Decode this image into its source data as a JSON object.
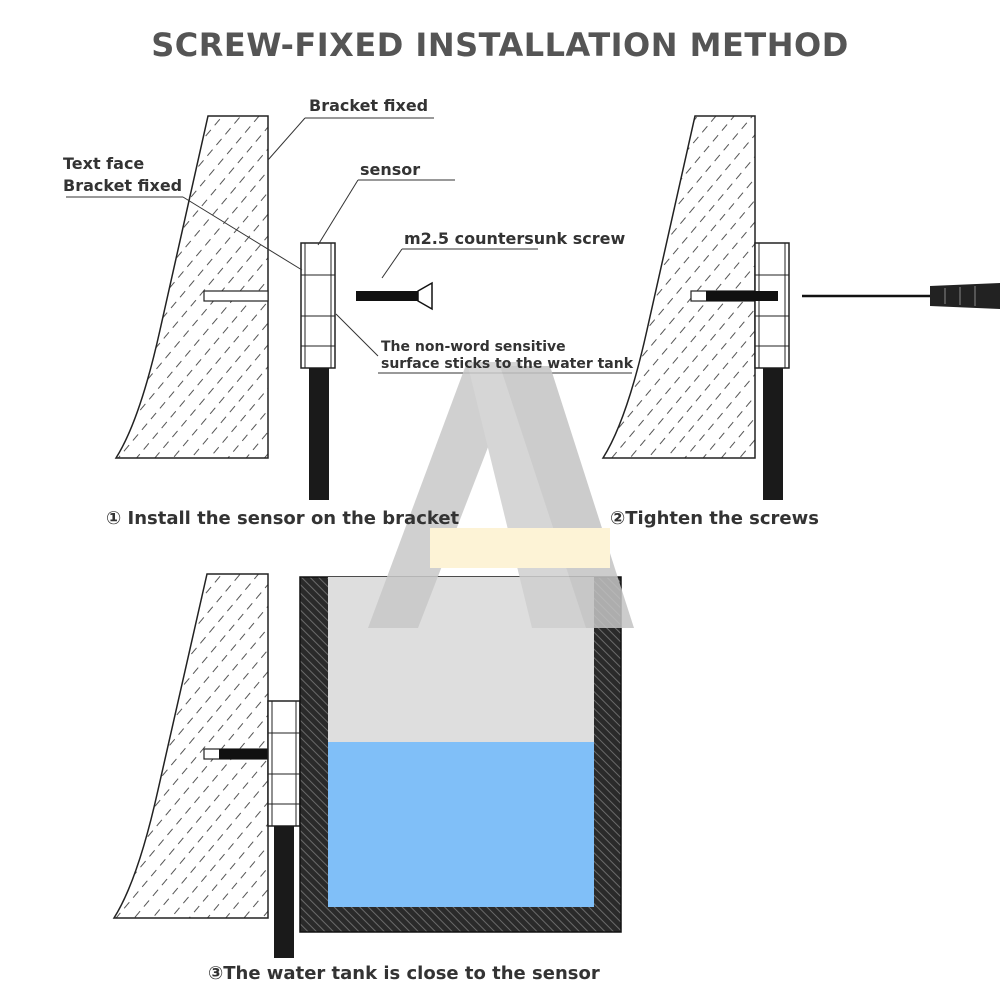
{
  "title": "SCREW-FIXED INSTALLATION METHOD",
  "labels": {
    "bracket_fixed": "Bracket fixed",
    "text_face_line1": "Text face",
    "text_face_line2": "Bracket fixed",
    "sensor": "sensor",
    "screw": "m2.5 countersunk screw",
    "non_word_line1": "The non-word sensitive",
    "non_word_line2": "surface sticks to the water tank"
  },
  "steps": {
    "step1": "① Install the sensor on the bracket",
    "step2": "②Tighten the screws",
    "step3": "③The water tank is close to the sensor"
  },
  "colors": {
    "title": "#555555",
    "text": "#333333",
    "water": "#80bff8",
    "tank_air": "#dedede",
    "cable": "#1a1a1a",
    "watermark": "#c8c8c8",
    "watermark_band": "#fdf1cf"
  }
}
